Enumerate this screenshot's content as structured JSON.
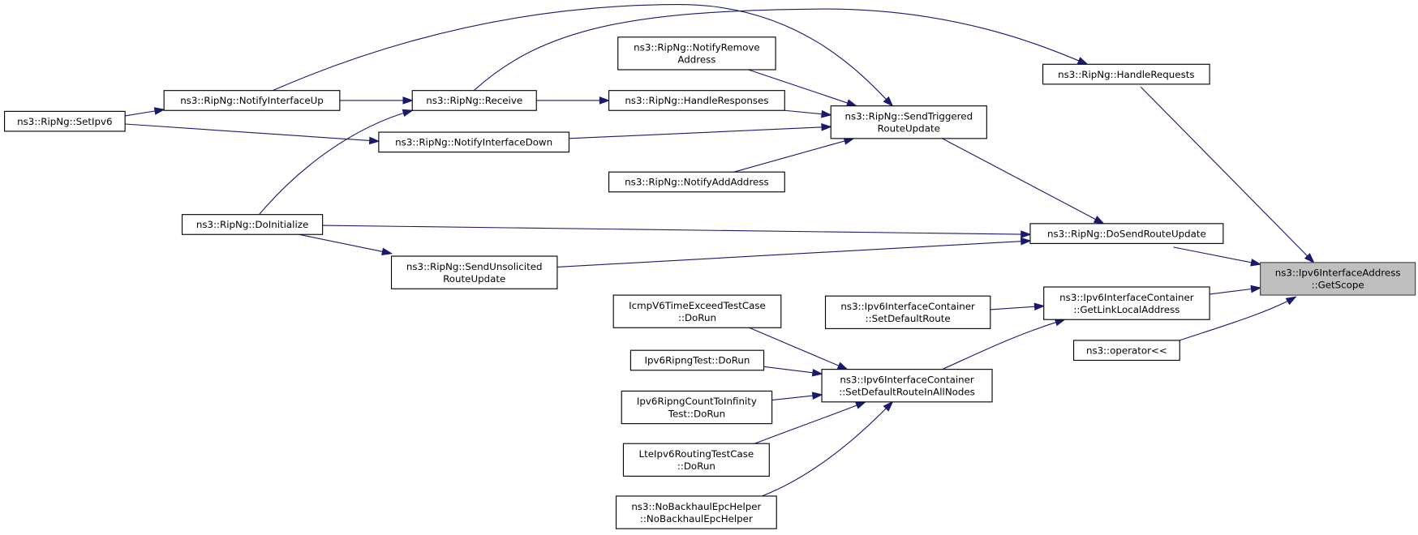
{
  "graph": {
    "type": "doxygen-caller-graph",
    "edge_color": "#191970",
    "current_node_fill": "#bfbfbf",
    "nodes": [
      {
        "id": "getscope",
        "lines": [
          "ns3::Ipv6InterfaceAddress",
          "::GetScope"
        ],
        "current": true
      },
      {
        "id": "dosendrouteupdate",
        "lines": [
          "ns3::RipNg::DoSendRouteUpdate"
        ]
      },
      {
        "id": "handlerequests",
        "lines": [
          "ns3::RipNg::HandleRequests"
        ]
      },
      {
        "id": "getlinklocaladdress",
        "lines": [
          "ns3::Ipv6InterfaceContainer",
          "::GetLinkLocalAddress"
        ]
      },
      {
        "id": "operator",
        "lines": [
          "ns3::operator<<"
        ]
      },
      {
        "id": "sendtriggered",
        "lines": [
          "ns3::RipNg::SendTriggered",
          "RouteUpdate"
        ]
      },
      {
        "id": "setdefaultroute",
        "lines": [
          "ns3::Ipv6InterfaceContainer",
          "::SetDefaultRoute"
        ]
      },
      {
        "id": "setdefaultrouteinall",
        "lines": [
          "ns3::Ipv6InterfaceContainer",
          "::SetDefaultRouteInAllNodes"
        ]
      },
      {
        "id": "notifyremove",
        "lines": [
          "ns3::RipNg::NotifyRemove",
          "Address"
        ]
      },
      {
        "id": "handleresponses",
        "lines": [
          "ns3::RipNg::HandleResponses"
        ]
      },
      {
        "id": "notifyadd",
        "lines": [
          "ns3::RipNg::NotifyAddAddress"
        ]
      },
      {
        "id": "icmpv6",
        "lines": [
          "IcmpV6TimeExceedTestCase",
          "::DoRun"
        ]
      },
      {
        "id": "ipv6ripngtest",
        "lines": [
          "Ipv6RipngTest::DoRun"
        ]
      },
      {
        "id": "counttoinfinity",
        "lines": [
          "Ipv6RipngCountToInfinity",
          "Test::DoRun"
        ]
      },
      {
        "id": "lteipv6routing",
        "lines": [
          "LteIpv6RoutingTestCase",
          "::DoRun"
        ]
      },
      {
        "id": "nobackhaul",
        "lines": [
          "ns3::NoBackhaulEpcHelper",
          "::NoBackhaulEpcHelper"
        ]
      },
      {
        "id": "receive",
        "lines": [
          "ns3::RipNg::Receive"
        ]
      },
      {
        "id": "notifydown",
        "lines": [
          "ns3::RipNg::NotifyInterfaceDown"
        ]
      },
      {
        "id": "sendunsolicited",
        "lines": [
          "ns3::RipNg::SendUnsolicited",
          "RouteUpdate"
        ]
      },
      {
        "id": "notifyup",
        "lines": [
          "ns3::RipNg::NotifyInterfaceUp"
        ]
      },
      {
        "id": "doinitialize",
        "lines": [
          "ns3::RipNg::DoInitialize"
        ]
      },
      {
        "id": "setipv6",
        "lines": [
          "ns3::RipNg::SetIpv6"
        ]
      }
    ],
    "edges": [
      {
        "from": "dosendrouteupdate",
        "to": "getscope"
      },
      {
        "from": "handlerequests",
        "to": "getscope"
      },
      {
        "from": "getlinklocaladdress",
        "to": "getscope"
      },
      {
        "from": "operator",
        "to": "getscope"
      },
      {
        "from": "sendtriggered",
        "to": "dosendrouteupdate"
      },
      {
        "from": "doinitialize",
        "to": "dosendrouteupdate"
      },
      {
        "from": "sendunsolicited",
        "to": "dosendrouteupdate"
      },
      {
        "from": "receive",
        "to": "handlerequests"
      },
      {
        "from": "setdefaultroute",
        "to": "getlinklocaladdress"
      },
      {
        "from": "setdefaultrouteinall",
        "to": "getlinklocaladdress"
      },
      {
        "from": "notifyremove",
        "to": "sendtriggered"
      },
      {
        "from": "handleresponses",
        "to": "sendtriggered"
      },
      {
        "from": "notifydown",
        "to": "sendtriggered"
      },
      {
        "from": "notifyadd",
        "to": "sendtriggered"
      },
      {
        "from": "notifyup",
        "to": "sendtriggered"
      },
      {
        "from": "receive",
        "to": "handleresponses"
      },
      {
        "from": "notifyup",
        "to": "receive"
      },
      {
        "from": "doinitialize",
        "to": "receive"
      },
      {
        "from": "setipv6",
        "to": "notifyup"
      },
      {
        "from": "setipv6",
        "to": "notifydown"
      },
      {
        "from": "doinitialize",
        "to": "sendunsolicited"
      },
      {
        "from": "icmpv6",
        "to": "setdefaultrouteinall"
      },
      {
        "from": "ipv6ripngtest",
        "to": "setdefaultrouteinall"
      },
      {
        "from": "counttoinfinity",
        "to": "setdefaultrouteinall"
      },
      {
        "from": "lteipv6routing",
        "to": "setdefaultrouteinall"
      },
      {
        "from": "nobackhaul",
        "to": "setdefaultrouteinall"
      }
    ]
  }
}
